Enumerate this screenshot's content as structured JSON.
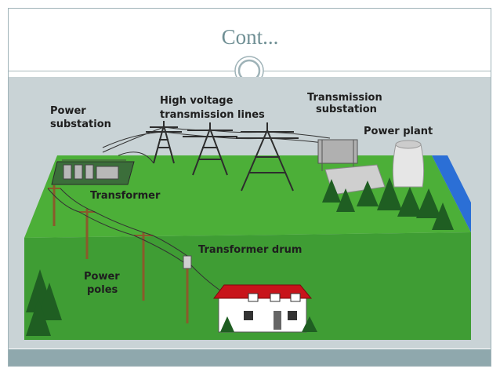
{
  "slide": {
    "title": "Cont..."
  },
  "diagram": {
    "labels": {
      "power_substation_1": "Power",
      "power_substation_2": "substation",
      "high_voltage_1": "High voltage",
      "high_voltage_2": "transmission lines",
      "transmission_substation_1": "Transmission",
      "transmission_substation_2": "substation",
      "power_plant": "Power plant",
      "transformer": "Transformer",
      "transformer_drum": "Transformer drum",
      "power_poles_1": "Power",
      "power_poles_2": "poles"
    }
  },
  "colors": {
    "title": "#6f8f94",
    "frame_band": "#8fa8ad",
    "background": "#c9d3d6",
    "ground_top": "#4caf38",
    "ground_side": "#2e7d2c",
    "water": "#2b6fd6",
    "house_roof": "#c8141b"
  }
}
